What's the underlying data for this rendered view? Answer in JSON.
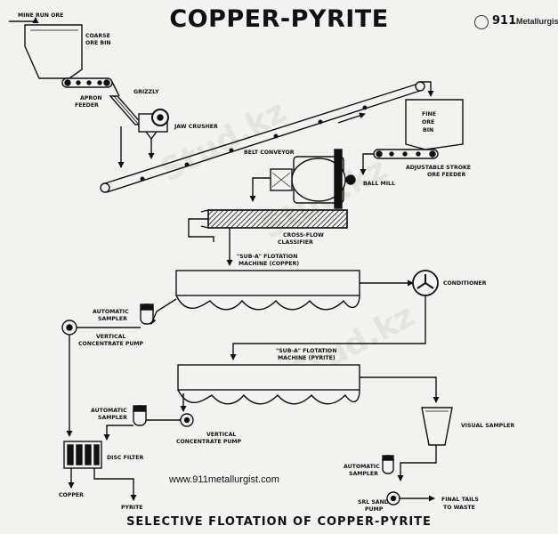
{
  "title": "COPPER-PYRITE",
  "caption": "SELECTIVE FLOTATION OF COPPER-PYRITE",
  "logo": {
    "number": "911",
    "brand": "Metallurgist"
  },
  "website": "www.911metallurgist.com",
  "watermark": "Stud.kz",
  "labels": {
    "mine_run_ore": "MINE RUN ORE",
    "coarse": "COARSE",
    "ore_bin": "ORE BIN",
    "apron": "APRON",
    "feeder": "FEEDER",
    "grizzly": "GRIZZLY",
    "jaw_crusher": "JAW CRUSHER",
    "belt_conveyor": "BELT CONVEYOR",
    "fine": "FINE",
    "ore": "ORE",
    "bin": "BIN",
    "adjustable_stroke": "ADJUSTABLE STROKE",
    "ore_feeder": "ORE FEEDER",
    "ball_mill": "BALL MILL",
    "cross_flow": "CROSS-FLOW",
    "classifier": "CLASSIFIER",
    "suba_copper_1": "\"SUB-A\" FLOTATION",
    "suba_copper_2": "MACHINE (COPPER)",
    "conditioner": "CONDITIONER",
    "automatic_1": "AUTOMATIC",
    "sampler_1": "SAMPLER",
    "vertical_1": "VERTICAL",
    "conc_pump_1": "CONCENTRATE PUMP",
    "suba_pyrite_1": "\"SUB-A\" FLOTATION",
    "suba_pyrite_2": "MACHINE (PYRITE)",
    "automatic_2": "AUTOMATIC",
    "sampler_2": "SAMPLER",
    "vertical_2": "VERTICAL",
    "conc_pump_2": "CONCENTRATE PUMP",
    "visual_sampler": "VISUAL SAMPLER",
    "disc_filter": "DISC FILTER",
    "copper": "COPPER",
    "pyrite": "PYRITE",
    "automatic_3": "AUTOMATIC",
    "sampler_3": "SAMPLER",
    "srl_sand": "SRL SAND",
    "pump": "PUMP",
    "final_tails": "FINAL TAILS",
    "to_waste": "TO WASTE"
  },
  "colors": {
    "ink": "#111111",
    "paper": "#f2f2f0"
  }
}
